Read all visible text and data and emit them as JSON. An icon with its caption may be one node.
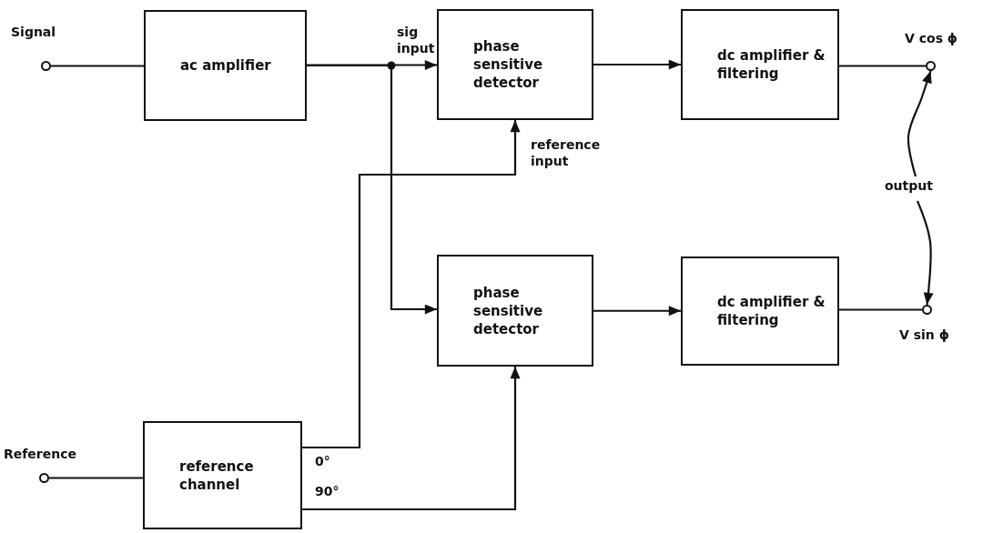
{
  "diagram": {
    "nodes": [
      {
        "text": [],
        "shape": "circle",
        "beside": [
          "Signal"
        ]
      },
      {
        "text": [
          "ac amplifier"
        ]
      },
      {
        "text": [
          "phase sensitive detector"
        ]
      },
      {
        "text": [
          "dc amplifier & filtering"
        ]
      },
      {
        "text": [],
        "shape": "circle",
        "beside": [
          "V cos ϕ"
        ]
      },
      {
        "text": [
          "phase sensitive detector"
        ]
      },
      {
        "text": [
          "dc amplifier & filtering"
        ]
      },
      {
        "text": [],
        "shape": "circle",
        "beside": [
          "V sin ϕ"
        ]
      },
      {
        "text": [],
        "shape": "circle",
        "beside": [
          "Reference"
        ]
      },
      {
        "text": [
          "reference channel"
        ]
      },
      {
        "text": [
          "output"
        ]
      }
    ],
    "edges": [
      {
        "from": 0,
        "to": 1,
        "arrow": "none"
      },
      {
        "from": 1,
        "to": 2,
        "arrow": "to"
      },
      {
        "from": 1,
        "to": 5,
        "arrow": "to"
      },
      {
        "from": 2,
        "to": 3,
        "arrow": "to"
      },
      {
        "from": 3,
        "to": 4,
        "arrow": "none"
      },
      {
        "from": 5,
        "to": 6,
        "arrow": "to"
      },
      {
        "from": 6,
        "to": 7,
        "arrow": "none"
      },
      {
        "from": 8,
        "to": 9,
        "arrow": "none"
      },
      {
        "from": 9,
        "to": 2,
        "arrow": "to"
      },
      {
        "from": 9,
        "to": 5,
        "arrow": "to"
      },
      {
        "from": 10,
        "to": 4,
        "arrow": "to"
      },
      {
        "from": 10,
        "to": 7,
        "arrow": "to"
      }
    ],
    "labels": [
      "sig input",
      "reference input",
      "0°",
      "90°"
    ]
  }
}
